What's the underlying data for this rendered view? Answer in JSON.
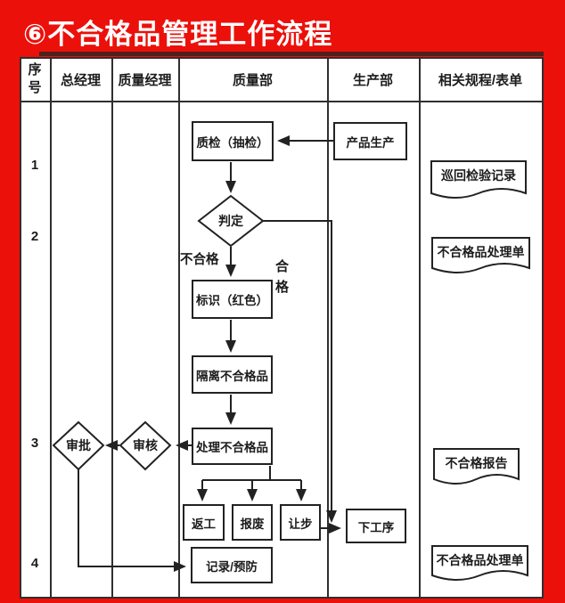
{
  "title": "⑥不合格品管理工作流程",
  "colors": {
    "background_red": "#ec100b",
    "line_dark": "#2f2f2f",
    "title_text": "#ffffff",
    "paper_white": "#ffffff"
  },
  "table": {
    "headers": [
      "序号",
      "总经理",
      "质量经理",
      "质量部",
      "生产部",
      "相关规程/表单"
    ],
    "row_numbers": [
      "1",
      "2",
      "3",
      "4"
    ]
  },
  "flow": {
    "boxes": {
      "inspection": "质检（抽检）",
      "production": "产品生产",
      "marking": "标识（红色）",
      "isolate": "隔离不合格品",
      "handle": "处理不合格品",
      "rework": "返工",
      "scrap": "报废",
      "concession": "让步",
      "next_process": "下工序",
      "record": "记录/预防"
    },
    "decisions": {
      "judge": "判定",
      "review": "审核",
      "approve": "审批"
    },
    "edge_labels": {
      "fail": "不合格",
      "pass": "合格"
    },
    "documents": [
      "巡回检验记录",
      "不合格品处理单",
      "不合格报告",
      "不合格品处理单"
    ]
  }
}
